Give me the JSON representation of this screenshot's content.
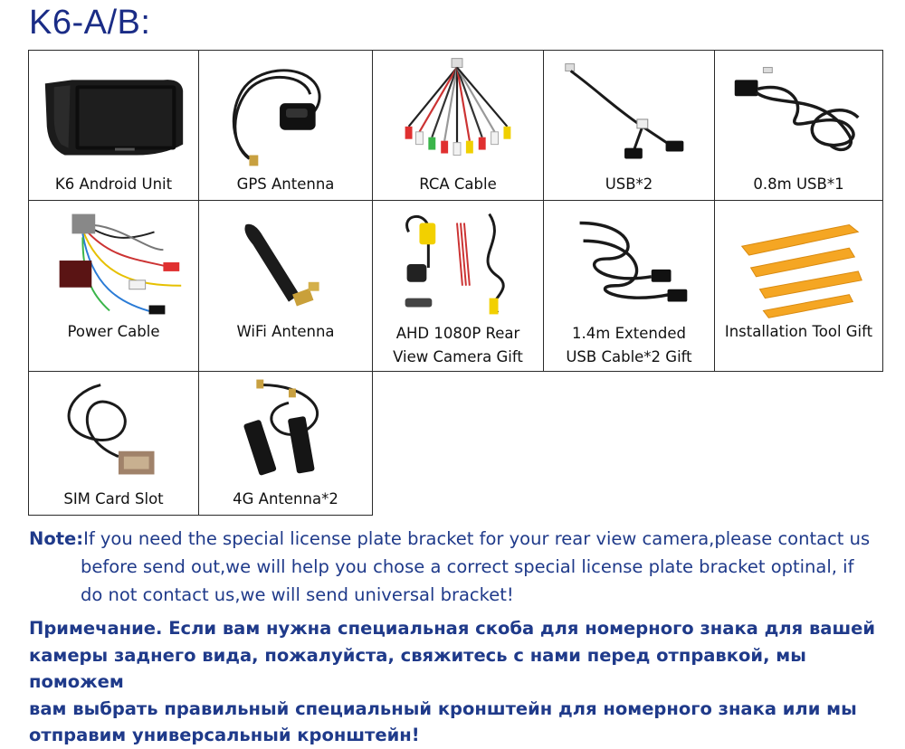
{
  "title": "K6-A/B:",
  "items": [
    {
      "caption": "K6 Android Unit",
      "icon": "android-unit-icon"
    },
    {
      "caption": "GPS Antenna",
      "icon": "gps-antenna-icon"
    },
    {
      "caption": "RCA Cable",
      "icon": "rca-cable-icon"
    },
    {
      "caption": "USB*2",
      "icon": "usb-cable-icon"
    },
    {
      "caption": "0.8m USB*1",
      "icon": "usb-extension-icon"
    },
    {
      "caption": "Power Cable",
      "icon": "power-harness-icon"
    },
    {
      "caption": "WiFi Antenna",
      "icon": "wifi-antenna-icon"
    },
    {
      "caption_line1": "AHD 1080P Rear",
      "caption_line2": "View Camera Gift",
      "icon": "rear-camera-icon"
    },
    {
      "caption_line1": "1.4m Extended",
      "caption_line2": "USB Cable*2 Gift",
      "icon": "usb-extended-icon"
    },
    {
      "caption": "Installation Tool Gift",
      "icon": "pry-tools-icon"
    },
    {
      "caption": "SIM Card Slot",
      "icon": "sim-slot-icon"
    },
    {
      "caption": "4G Antenna*2",
      "icon": "lte-antenna-icon"
    }
  ],
  "note": {
    "label": "Note:",
    "line1": "If you need the special license plate bracket for your rear view camera,please contact us",
    "line2": "before send out,we will help you chose a correct special license plate bracket optinal, if",
    "line3": "do not contact us,we will send universal bracket!"
  },
  "note_ru": {
    "line1": "Примечание. Если вам нужна специальная скоба для номерного знака для вашей",
    "line2": "камеры заднего вида, пожалуйста, свяжитесь с нами перед отправкой, мы поможем",
    "line3": "вам выбрать правильный специальный кронштейн для номерного знака или мы",
    "line4": "отправим универсальный кронштейн!"
  },
  "colors": {
    "text_blue": "#1f3a8a",
    "title_blue": "#1a2c86",
    "tool_orange": "#f5a623"
  }
}
